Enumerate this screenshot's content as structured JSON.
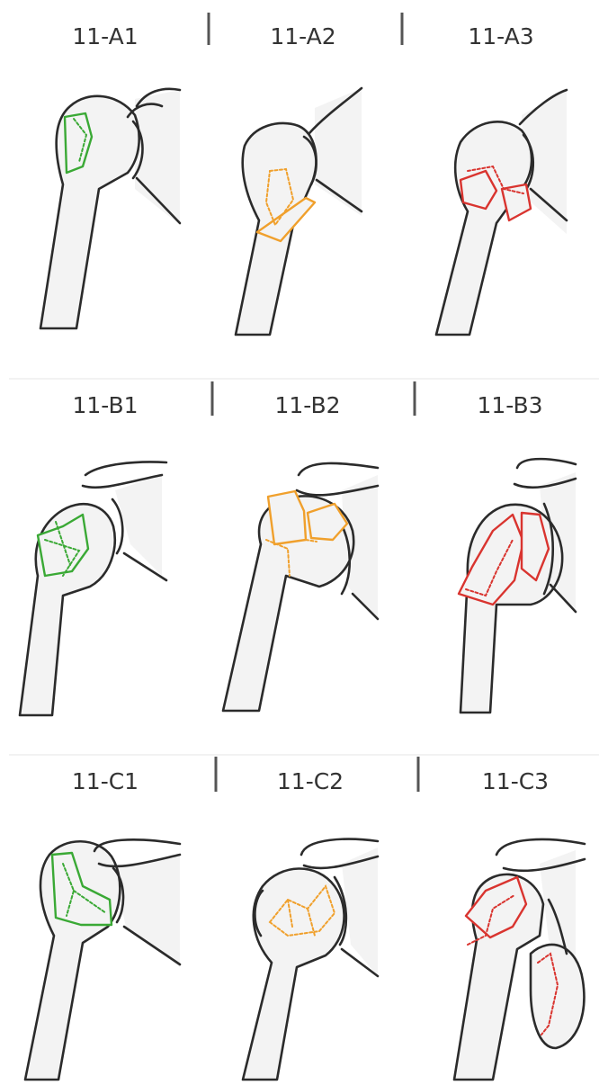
{
  "colors": {
    "group1": "#3aa935",
    "group2": "#f0a02c",
    "group3": "#d9342f",
    "outline": "#2b2b2b",
    "bone_fill": "#f3f3f3"
  },
  "panels": [
    {
      "label": "11-A1",
      "group": "green"
    },
    {
      "label": "11-A2",
      "group": "orange"
    },
    {
      "label": "11-A3",
      "group": "red"
    },
    {
      "label": "11-B1",
      "group": "green"
    },
    {
      "label": "11-B2",
      "group": "orange"
    },
    {
      "label": "11-B3",
      "group": "red"
    },
    {
      "label": "11-C1",
      "group": "green"
    },
    {
      "label": "11-C2",
      "group": "orange"
    },
    {
      "label": "11-C3",
      "group": "red"
    }
  ]
}
